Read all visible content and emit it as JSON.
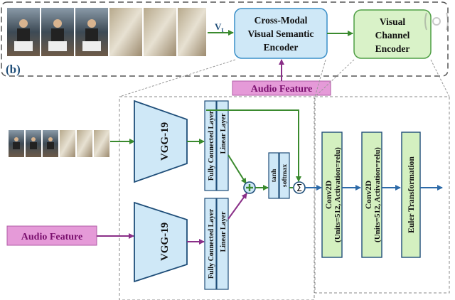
{
  "top": {
    "panel_label": "(b)",
    "vt_label": "V",
    "vt_sub": "t",
    "encoder1": [
      "Cross-Modal",
      "Visual Semantic",
      "Encoder"
    ],
    "encoder2": [
      "Visual",
      "Channel",
      "Encoder"
    ],
    "audio_feature": "Audio Feature"
  },
  "detail": {
    "vgg_top": "VGG-19",
    "vgg_bottom": "VGG-19",
    "fc_label": "Fully Connected Layer",
    "linear_label": "Linear Layer",
    "tanh_label": "tanh",
    "softmax_label": "softmax",
    "conv1": [
      "Conv2D",
      "(Units=512, Activation=relu)"
    ],
    "conv2": [
      "Conv2D",
      "(Units=512, Activation=relu)"
    ],
    "euler": "Euler Transformation",
    "audio_feature_left": "Audio Feature"
  },
  "colors": {
    "frame_blue": "#1f4e79",
    "encoder_fill": "#cfe8f7",
    "encoder_stroke": "#3a8fc8",
    "channel_fill": "#d9f2c8",
    "channel_stroke": "#4f9f45",
    "audio_fill": "#e59ad8",
    "conv_fill": "#d4f0c0",
    "arrow_green": "#3a8a2e",
    "arrow_purple": "#8a2f88",
    "arrow_blue": "#2d6aa8"
  }
}
